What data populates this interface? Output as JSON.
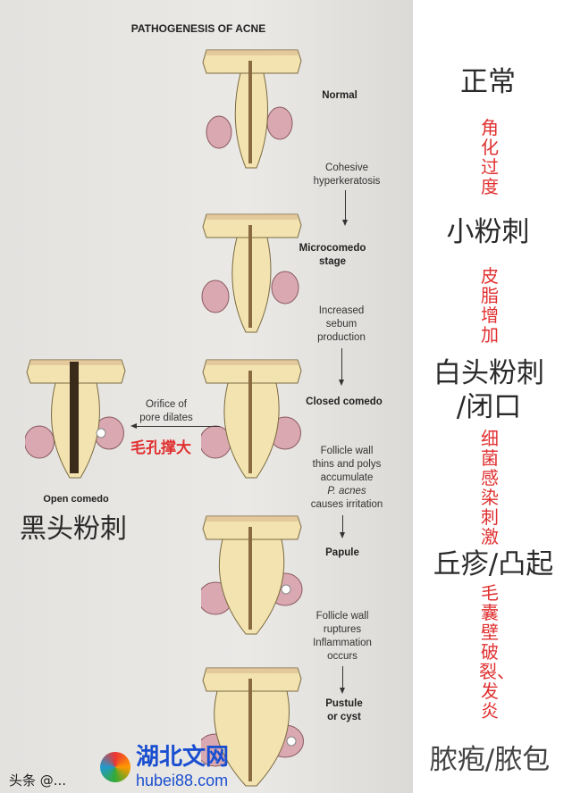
{
  "title": "PATHOGENESIS OF ACNE",
  "stages": [
    {
      "label": "Normal"
    },
    {
      "label": "Microcomedo stage",
      "line1": "Microcomedo",
      "line2": "stage"
    },
    {
      "label": "Closed comedo"
    },
    {
      "label": "Papule"
    },
    {
      "label": "Pustule or cyst",
      "line1": "Pustule",
      "line2": "or cyst"
    }
  ],
  "processes": [
    {
      "lines": [
        "Cohesive",
        "hyperkeratosis"
      ]
    },
    {
      "lines": [
        "Increased",
        "sebum",
        "production"
      ]
    },
    {
      "lines": [
        "Follicle wall",
        "thins and polys",
        "accumulate",
        "P. acnes",
        "causes irritation"
      ]
    },
    {
      "lines": [
        "Follicle wall",
        "ruptures",
        "Inflammation",
        "occurs"
      ]
    }
  ],
  "side": {
    "process": [
      "Orifice of",
      "pore dilates"
    ],
    "label": "Open comedo",
    "zh_red": "毛孔撑大",
    "zh": "黑头粉刺"
  },
  "annotations": {
    "normal": "正常",
    "hyperkeratosis": "角化过度",
    "microcomedo": "小粉刺",
    "sebum": "皮脂增加",
    "closed1": "白头粉刺",
    "closed2": "/闭口",
    "bacteria": "细菌感染刺激",
    "papule": "丘疹/凸起",
    "rupture": "毛囊壁破裂、发炎",
    "pustule": "脓疱/脓包"
  },
  "watermark": {
    "source": "头条 @...",
    "brand": "湖北文网",
    "url": "hubei88.com"
  },
  "colors": {
    "red": "#e03030",
    "skin": "#f2e3b0",
    "gland": "#d9a8b0"
  }
}
